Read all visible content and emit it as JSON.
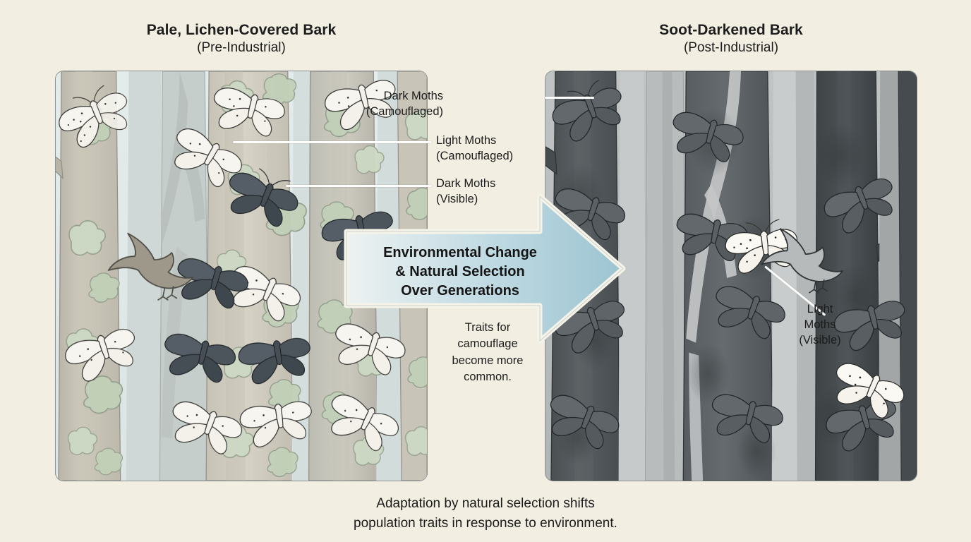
{
  "figure": {
    "background_color": "#f2efe2",
    "caption": {
      "line1": "Adaptation by natural selection shifts",
      "line2": "population traits in response to environment."
    }
  },
  "panels": {
    "left": {
      "title_main": "Pale, Lichen-Covered Bark",
      "title_sub": "(Pre-Industrial)",
      "bark_color": "#c9c5b8",
      "lichen_color": "#b9c7b0",
      "sky_color": "#dfe7e6",
      "moths": {
        "light_count": 10,
        "dark_count": 5
      },
      "bird": "predator-bird"
    },
    "right": {
      "title_main": "Soot-Darkened Bark",
      "title_sub": "(Post-Industrial)",
      "bark_color": "#555b5d",
      "sky_color": "#b9bcbd",
      "moths": {
        "light_count": 2,
        "dark_count": 11
      },
      "bird": "predator-bird"
    }
  },
  "callouts": {
    "dark_camouflaged": {
      "line1": "Dark Moths",
      "line2": "(Camouflaged)"
    },
    "light_camouflaged": {
      "line1": "Light Moths",
      "line2": "(Camouflaged)"
    },
    "dark_visible": {
      "line1": "Dark Moths",
      "line2": "(Visible)"
    },
    "light_visible": {
      "line1": "LIght",
      "line2": "Moths",
      "line3": "(Visible)"
    }
  },
  "arrow": {
    "line1": "Environmental Change",
    "line2": "& Natural Selection",
    "line3": "Over Generations",
    "gradient_from": "#eef2f1",
    "gradient_to": "#9ec6d2",
    "border_color": "#f6f4e9"
  },
  "sub_note": {
    "line1": "Traits for",
    "line2": "camouflage",
    "line3": "become more",
    "line4": "common."
  }
}
